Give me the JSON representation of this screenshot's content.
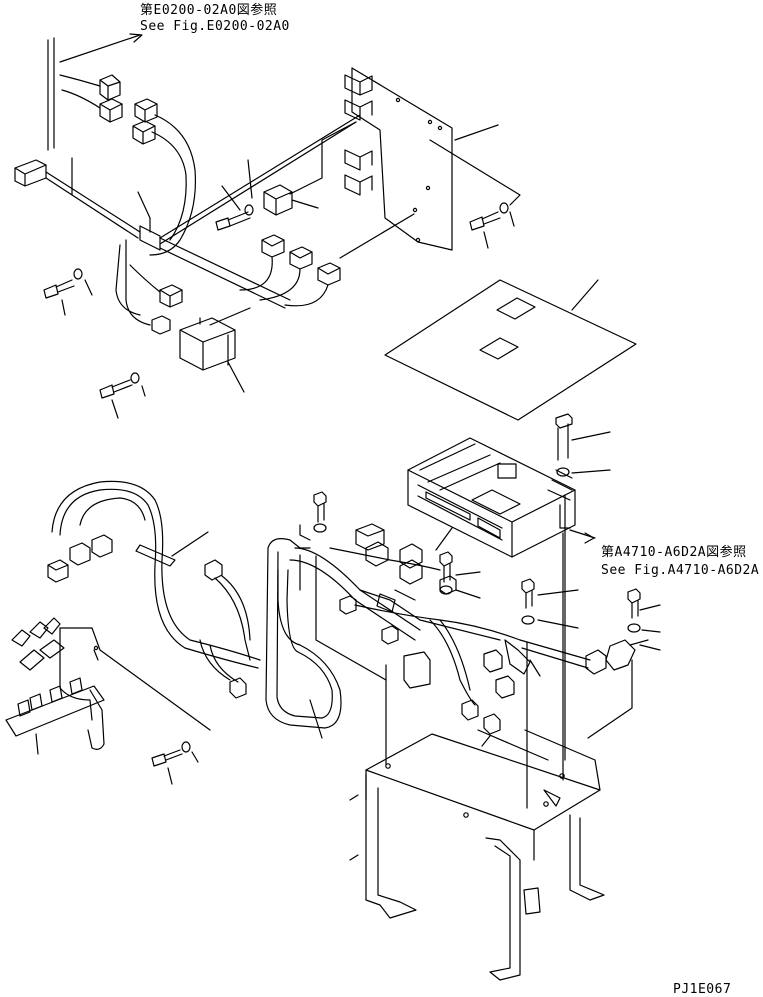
{
  "refs": {
    "top_ja": "第E0200-02A0図参照",
    "top_en": "See Fig.E0200-02A0",
    "right_ja": "第A4710-A6D2A図参照",
    "right_en": "See Fig.A4710-A6D2A"
  },
  "drawing_code": "PJ1E067"
}
